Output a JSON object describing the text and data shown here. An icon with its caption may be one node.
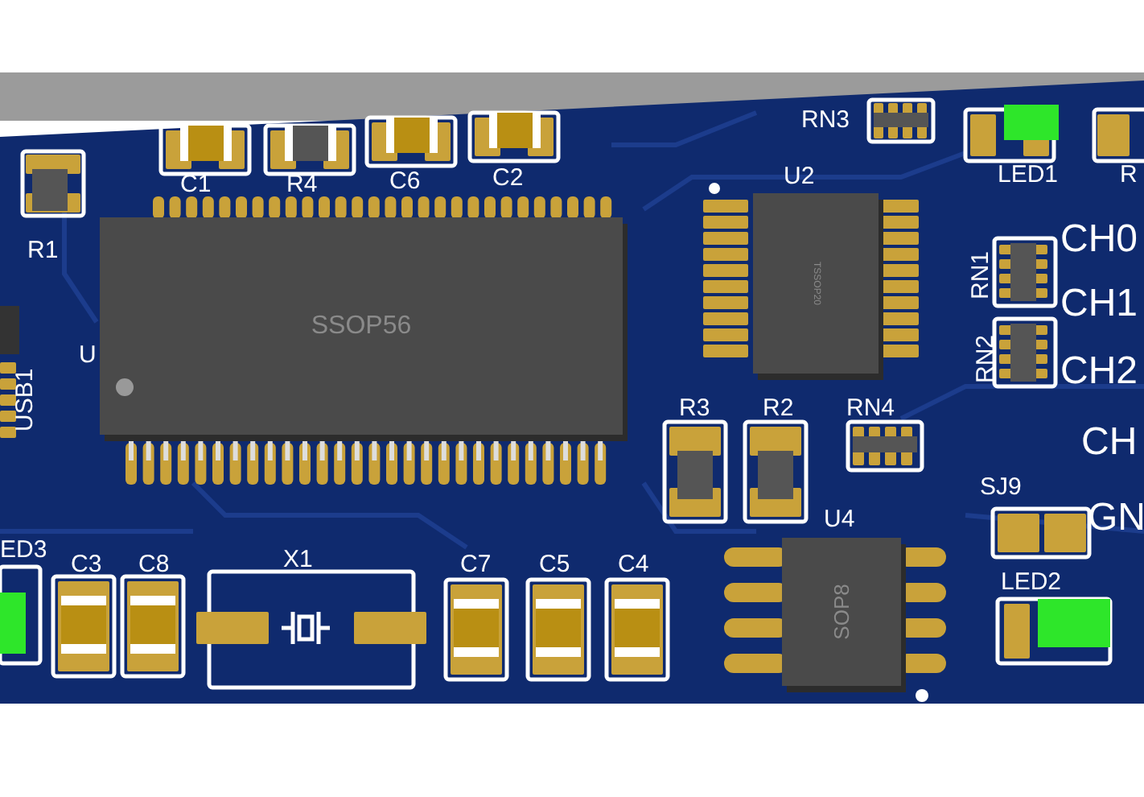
{
  "diagram": {
    "nodes": [
      {
        "text": [
          "SSOP56"
        ]
      },
      {
        "text": [
          "U2",
          "TSSOP20"
        ]
      },
      {
        "text": [
          "U4",
          "SOP8"
        ]
      }
    ],
    "labels": [
      "RN3",
      "C1",
      "R4",
      "C6",
      "C2",
      "LED1",
      "R",
      "R1",
      "CH0",
      "RN1",
      "CH1",
      "U",
      "RN2",
      "CH2",
      "USB1",
      "R3",
      "R2",
      "RN4",
      "CH",
      "SJ9",
      "GN",
      "ED3",
      "C3",
      "C8",
      "X1",
      "C7",
      "C5",
      "C4",
      "LED2"
    ]
  }
}
